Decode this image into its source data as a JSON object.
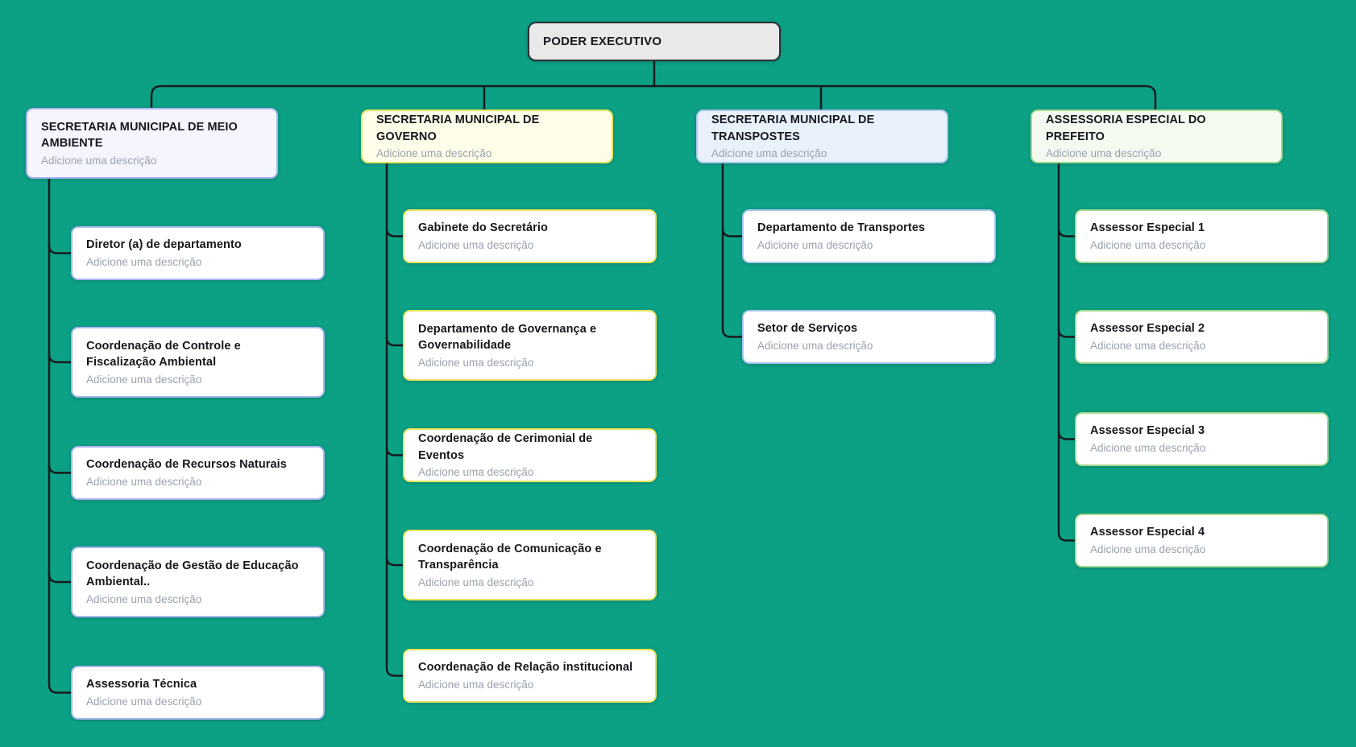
{
  "colors": {
    "background": "#0ca185",
    "connector": "#171b1e",
    "node_title": "#15171c",
    "node_description": "#9aa2ae",
    "child_fill": "#ffffff"
  },
  "root": {
    "title": "PODER EXECUTIVO",
    "fill": "#e9e9e9",
    "border": "#2b3036"
  },
  "branches": [
    {
      "title": "SECRETARIA MUNICIPAL DE MEIO AMBIENTE",
      "description": "Adicione uma descrição",
      "fill": "#f5f5fe",
      "border": "#a9b6f2",
      "children": [
        {
          "title": "Diretor (a) de departamento",
          "description": "Adicione uma descrição"
        },
        {
          "title": "Coordenação de Controle e Fiscalização Ambiental",
          "description": "Adicione uma descrição"
        },
        {
          "title": "Coordenação de Recursos Naturais",
          "description": "Adicione uma descrição"
        },
        {
          "title": "Coordenação de Gestão de Educação Ambiental..",
          "description": "Adicione uma descrição"
        },
        {
          "title": "Assessoria Técnica",
          "description": "Adicione uma descrição"
        }
      ]
    },
    {
      "title": "SECRETARIA MUNICIPAL DE GOVERNO",
      "description": "Adicione uma descrição",
      "fill": "#fdfde9",
      "border": "#e9e45c",
      "children": [
        {
          "title": "Gabinete do Secretário",
          "description": "Adicione uma descrição"
        },
        {
          "title": "Departamento de Governança e Governabilidade",
          "description": "Adicione uma descrição"
        },
        {
          "title": "Coordenação de Cerimonial de Eventos",
          "description": "Adicione uma descrição"
        },
        {
          "title": "Coordenação de Comunicação e Transparência",
          "description": "Adicione uma descrição"
        },
        {
          "title": "Coordenação de Relação institucional",
          "description": "Adicione uma descrição"
        }
      ]
    },
    {
      "title": "SECRETARIA MUNICIPAL DE TRANSPOSTES",
      "description": "Adicione uma descrição",
      "fill": "#e9f2fc",
      "border": "#a5c7ef",
      "children": [
        {
          "title": "Departamento de Transportes",
          "description": "Adicione uma descrição"
        },
        {
          "title": "Setor de Serviços",
          "description": "Adicione uma descrição"
        }
      ]
    },
    {
      "title": "ASSESSORIA ESPECIAL DO PREFEITO",
      "description": "Adicione uma descrição",
      "fill": "#f4faef",
      "border": "#a1d98e",
      "children": [
        {
          "title": "Assessor Especial 1",
          "description": "Adicione uma descrição"
        },
        {
          "title": "Assessor Especial 2",
          "description": "Adicione uma descrição"
        },
        {
          "title": "Assessor Especial 3",
          "description": "Adicione uma descrição"
        },
        {
          "title": "Assessor Especial 4",
          "description": "Adicione uma descrição"
        }
      ]
    }
  ]
}
